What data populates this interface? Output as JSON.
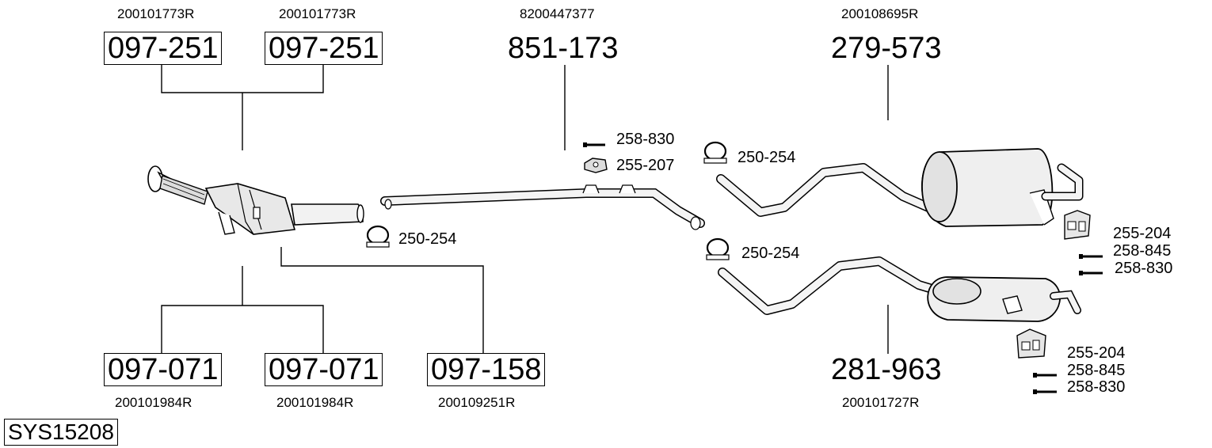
{
  "system_code": "SYS15208",
  "parts": {
    "cat1": {
      "oem": "200101773R",
      "number": "097-251"
    },
    "cat2": {
      "oem": "200101773R",
      "number": "097-251"
    },
    "front_pipe": {
      "oem": "8200447377",
      "number": "851-173"
    },
    "rear_silencer_a": {
      "oem": "200108695R",
      "number": "279-573"
    },
    "dpf1": {
      "oem": "200101984R",
      "number": "097-071"
    },
    "dpf2": {
      "oem": "200101984R",
      "number": "097-071"
    },
    "kit": {
      "oem": "200109251R",
      "number": "097-158"
    },
    "rear_silencer_b": {
      "oem": "200101727R",
      "number": "281-963"
    }
  },
  "fittings": {
    "bolt_top": "258-830",
    "rubber_top": "255-207",
    "clamp_left": "250-254",
    "clamp_upper": "250-254",
    "clamp_lower": "250-254",
    "hanger_a": "255-204",
    "bolt_a1": "258-845",
    "bolt_a2": "258-830",
    "hanger_b": "255-204",
    "bolt_b1": "258-845",
    "bolt_b2": "258-830"
  }
}
